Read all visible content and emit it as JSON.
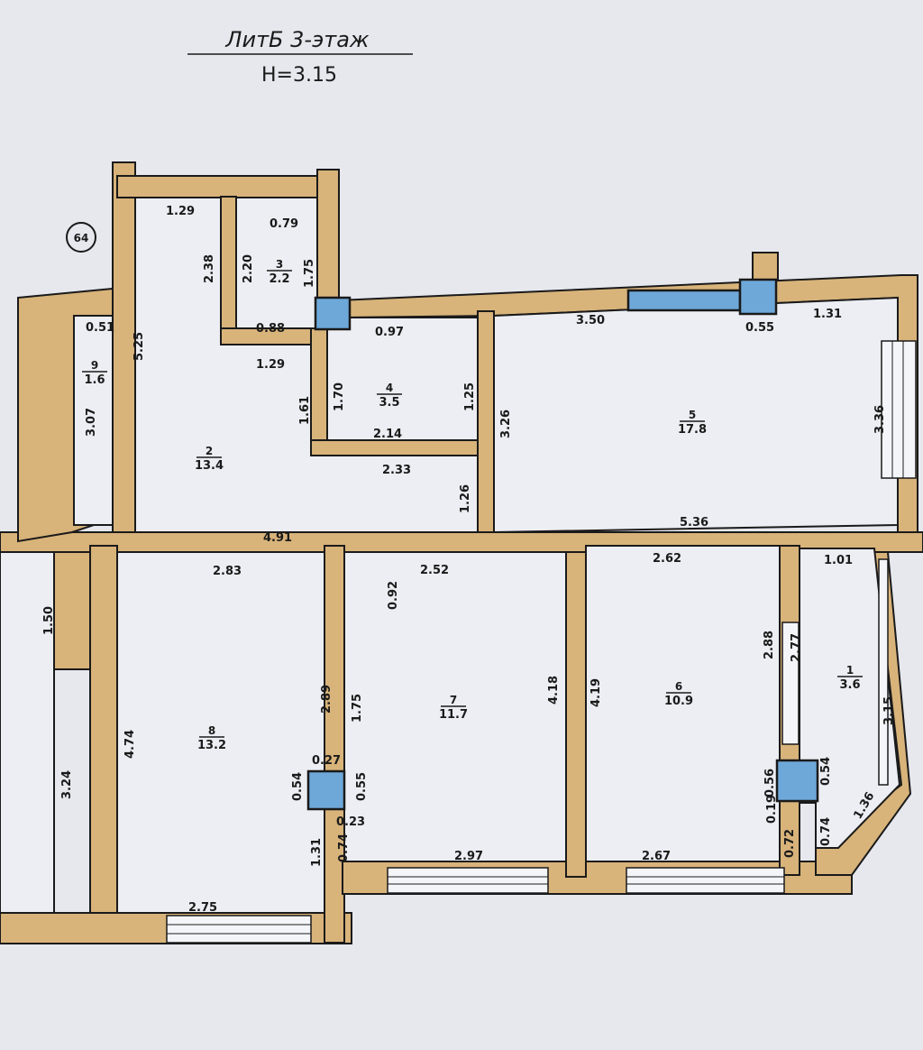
{
  "title": "ЛитБ 3-этаж",
  "height_label": "H=3.15",
  "marker": "64",
  "colors": {
    "wall": "#d8b37a",
    "column": "#6ea8d9",
    "background": "#e6e8ee"
  },
  "rooms": [
    {
      "number": "1",
      "area": "3.6"
    },
    {
      "number": "2",
      "area": "13.4"
    },
    {
      "number": "3",
      "area": "2.2"
    },
    {
      "number": "4",
      "area": "3.5"
    },
    {
      "number": "5",
      "area": "17.8"
    },
    {
      "number": "6",
      "area": "10.9"
    },
    {
      "number": "7",
      "area": "11.7"
    },
    {
      "number": "8",
      "area": "13.2"
    },
    {
      "number": "9",
      "area": "1.6"
    }
  ],
  "dims": [
    "1.29",
    "0.79",
    "0.88",
    "1.29",
    "0.97",
    "3.50",
    "0.55",
    "1.31",
    "2.14",
    "2.33",
    "0.51",
    "4.91",
    "5.36",
    "2.83",
    "2.52",
    "2.62",
    "1.01",
    "2.97",
    "2.67",
    "2.75",
    "0.27",
    "0.23",
    "2.38",
    "2.20",
    "1.75",
    "5.25",
    "3.07",
    "1.61",
    "1.70",
    "1.25",
    "3.26",
    "3.36",
    "1.26",
    "1.50",
    "0.92",
    "4.74",
    "3.24",
    "2.89",
    "1.75",
    "0.54",
    "0.55",
    "0.74",
    "1.31",
    "4.18",
    "4.19",
    "2.88",
    "2.77",
    "3.15",
    "0.56",
    "0.54",
    "0.19",
    "0.72",
    "0.74",
    "1.36"
  ]
}
